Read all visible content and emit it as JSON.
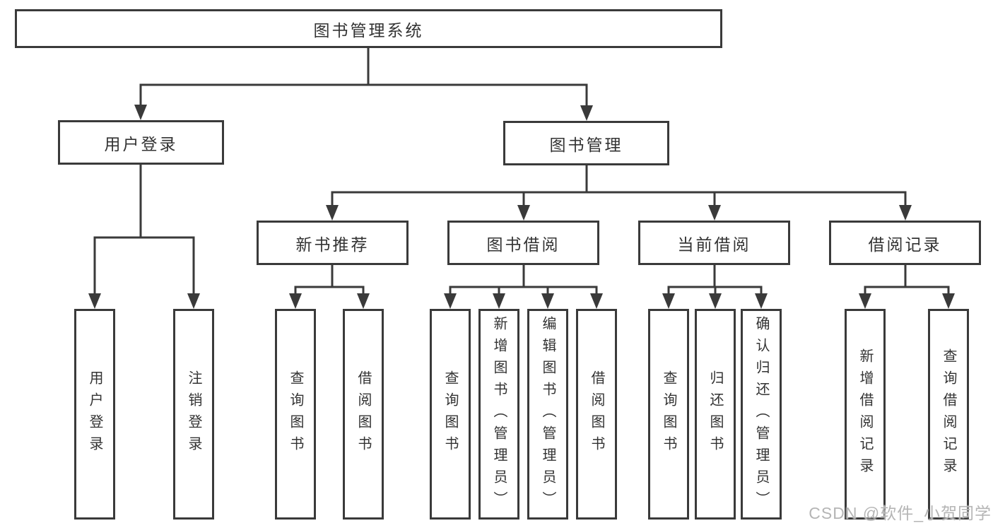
{
  "colors": {
    "line": "#3a3a3a",
    "box_border": "#3a3a3a",
    "box_fill": "#ffffff",
    "text": "#333333",
    "watermark_text": "#b5b5b5"
  },
  "tree": {
    "root": {
      "label": "图书管理系统",
      "children": [
        {
          "label": "用户登录",
          "children": [
            {
              "label": "用户登录"
            },
            {
              "label": "注销登录"
            }
          ]
        },
        {
          "label": "图书管理",
          "children": [
            {
              "label": "新书推荐",
              "children": [
                {
                  "label": "查询图书"
                },
                {
                  "label": "借阅图书"
                }
              ]
            },
            {
              "label": "图书借阅",
              "children": [
                {
                  "label": "查询图书"
                },
                {
                  "label": "新增图书（管理员）"
                },
                {
                  "label": "编辑图书（管理员）"
                },
                {
                  "label": "借阅图书"
                }
              ]
            },
            {
              "label": "当前借阅",
              "children": [
                {
                  "label": "查询图书"
                },
                {
                  "label": "归还图书"
                },
                {
                  "label": "确认归还（管理员）"
                }
              ]
            },
            {
              "label": "借阅记录",
              "children": [
                {
                  "label": "新增借阅记录"
                },
                {
                  "label": "查询借阅记录"
                }
              ]
            }
          ]
        }
      ]
    }
  },
  "watermark": "CSDN @软件_小贺同学"
}
